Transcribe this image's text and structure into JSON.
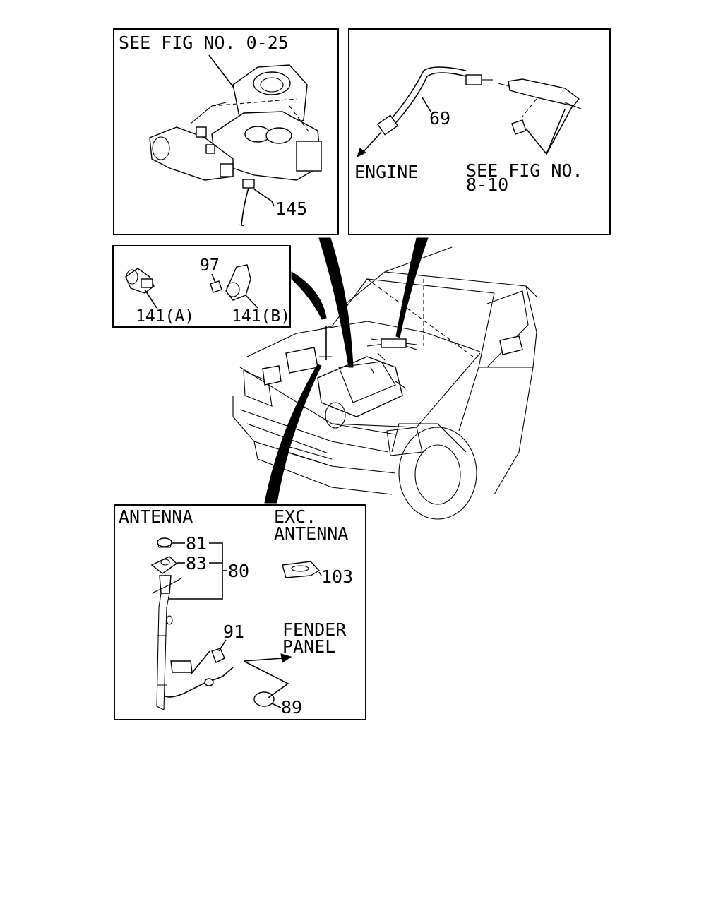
{
  "panels": {
    "throttle": {
      "ref": "SEE FIG NO. 0-25",
      "part_145": "145"
    },
    "harness": {
      "part_69": "69",
      "engine": "ENGINE",
      "ref_line1": "SEE FIG NO.",
      "ref_line2": "8-10"
    },
    "clips": {
      "part_97": "97",
      "part_141a": "141(A)",
      "part_141b": "141(B)"
    },
    "antenna": {
      "heading": "ANTENNA",
      "exc_line1": "EXC.",
      "exc_line2": "ANTENNA",
      "part_81": "81",
      "part_83": "83",
      "part_80": "80",
      "part_103": "103",
      "part_91": "91",
      "fender_line1": "FENDER",
      "fender_line2": "PANEL",
      "part_89": "89"
    }
  }
}
